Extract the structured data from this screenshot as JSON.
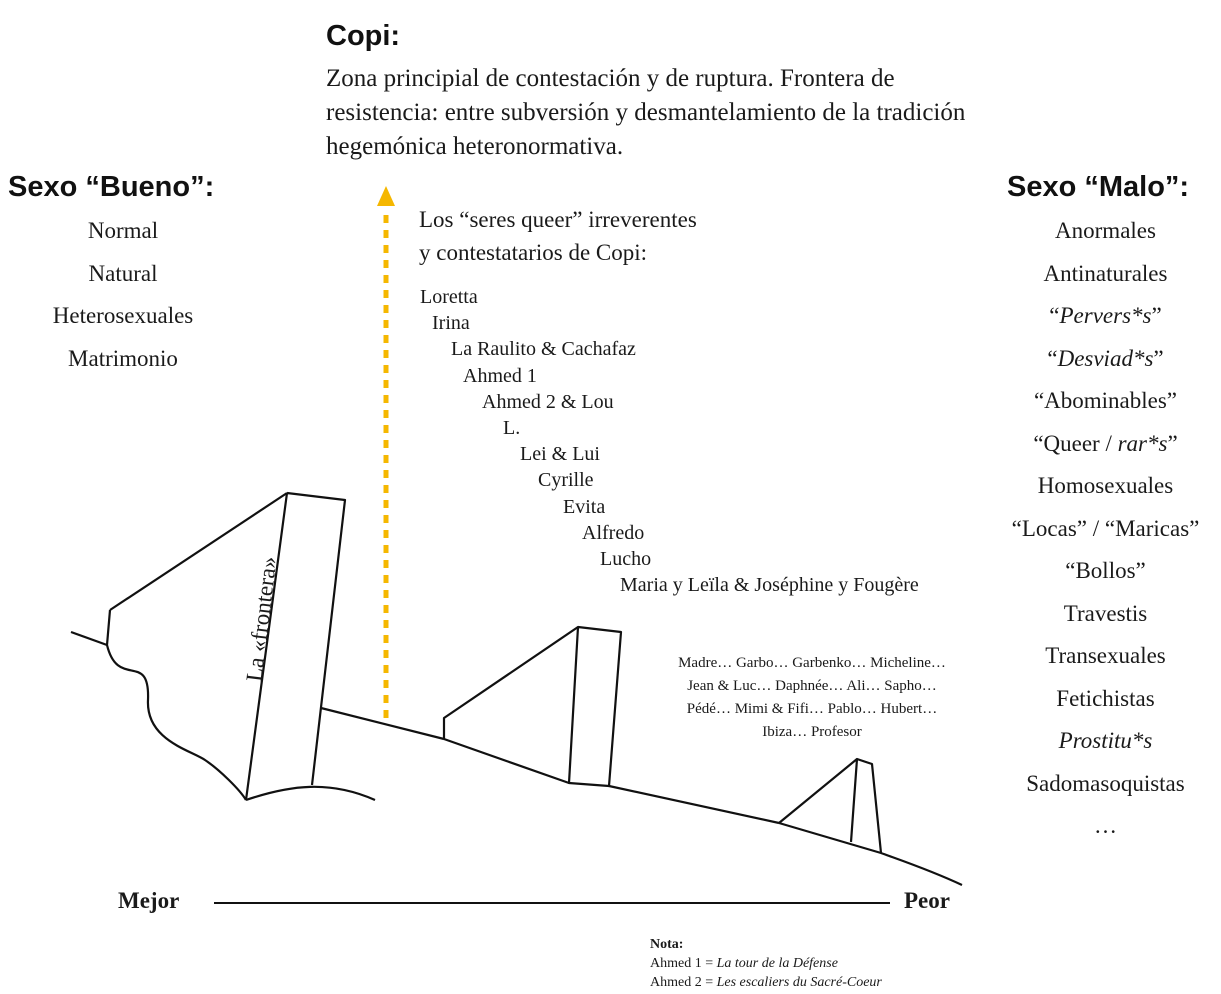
{
  "copi": {
    "title": "Copi:",
    "description": "Zona principial de contestación y de ruptura. Frontera de resistencia: entre subversión y desmantelamiento de la tradición hegemónica heteronormativa."
  },
  "bueno": {
    "title": "Sexo “Bueno”:",
    "items": [
      "Normal",
      "Natural",
      "Heterosexuales",
      "Matrimonio"
    ]
  },
  "malo": {
    "title": "Sexo “Malo”:",
    "items": [
      {
        "pre": "",
        "it": "",
        "post": "Anormales"
      },
      {
        "pre": "",
        "it": "",
        "post": "Antinaturales"
      },
      {
        "pre": "“",
        "it": "Pervers*s",
        "post": "”"
      },
      {
        "pre": "“",
        "it": "Desviad*s",
        "post": "”"
      },
      {
        "pre": "“Abominables”",
        "it": "",
        "post": ""
      },
      {
        "pre": "“Queer / ",
        "it": "rar*s",
        "post": "”"
      },
      {
        "pre": "Homosexuales",
        "it": "",
        "post": ""
      },
      {
        "pre": "“Locas” / “Maricas”",
        "it": "",
        "post": ""
      },
      {
        "pre": "“Bollos”",
        "it": "",
        "post": ""
      },
      {
        "pre": "Travestis",
        "it": "",
        "post": ""
      },
      {
        "pre": "Transexuales",
        "it": "",
        "post": ""
      },
      {
        "pre": "Fetichistas",
        "it": "",
        "post": ""
      },
      {
        "pre": "",
        "it": "Prostitu*s",
        "post": ""
      },
      {
        "pre": "Sadomasoquistas",
        "it": "",
        "post": ""
      },
      {
        "pre": "…",
        "it": "",
        "post": ""
      }
    ]
  },
  "queer": {
    "title_line1": "Los “seres queer” irreverentes",
    "title_line2": "y contestatarios de Copi:",
    "names": [
      "Loretta",
      "Irina",
      "La Raulito & Cachafaz",
      "Ahmed 1",
      "Ahmed 2 & Lou",
      "L.",
      "Lei & Lui",
      "Cyrille",
      "Evita",
      "Alfredo",
      "Lucho",
      "Maria y Leïla & Joséphine y Fougère"
    ]
  },
  "minor": {
    "lines": [
      "Madre… Garbo… Garbenko… Micheline…",
      "Jean & Luc… Daphnée… Ali… Sapho…",
      "Pédé… Mimi & Fifi… Pablo… Hubert…",
      "Ibiza… Profesor"
    ]
  },
  "frontera_label": "La «frontera»",
  "axis": {
    "left": "Mejor",
    "right": "Peor"
  },
  "nota": {
    "title": "Nota:",
    "lines": [
      {
        "prefix": "Ahmed 1 = ",
        "work": "La tour de la Défense"
      },
      {
        "prefix": "Ahmed 2 = ",
        "work": "Les escaliers du Sacré-Coeur"
      }
    ]
  },
  "colors": {
    "arrow": "#F5B700",
    "ink": "#111111"
  }
}
